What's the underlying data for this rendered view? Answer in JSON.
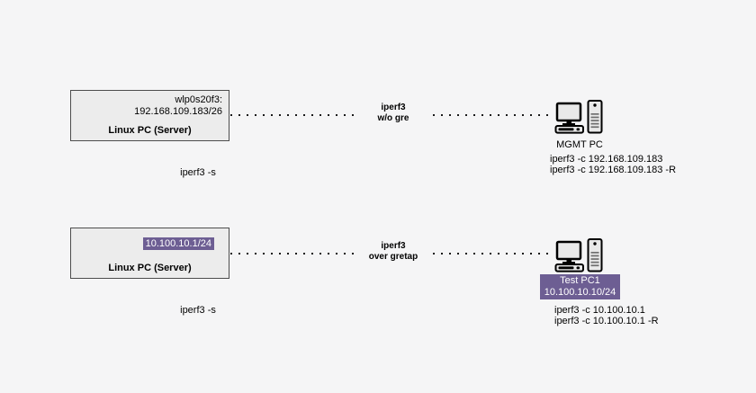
{
  "colors": {
    "background": "#f5f5f6",
    "box_fill": "#ececec",
    "box_border": "#4d4d4d",
    "highlight_purple": "#6d5e93",
    "highlight_text": "#ffffff",
    "line": "#1a1a1a"
  },
  "icons": {
    "client_pc": "desktop-computer-icon"
  },
  "top_flow": {
    "server_box": {
      "interface_line1": "wlp0s20f3:",
      "interface_line2": "192.168.109.183/26",
      "title": "Linux PC (Server)"
    },
    "server_command": "iperf3 -s",
    "link_label_line1": "iperf3",
    "link_label_line2": "w/o gre",
    "client": {
      "name": "MGMT PC",
      "command1": "iperf3 -c 192.168.109.183",
      "command2": "iperf3 -c 192.168.109.183 -R"
    }
  },
  "bottom_flow": {
    "server_box": {
      "interface_highlight": "10.100.10.1/24",
      "title": "Linux PC (Server)"
    },
    "server_command": "iperf3 -s",
    "link_label_line1": "iperf3",
    "link_label_line2": "over gretap",
    "client": {
      "name": "Test PC1",
      "address": "10.100.10.10/24",
      "command1": "iperf3 -c 10.100.10.1",
      "command2": "iperf3 -c 10.100.10.1 -R"
    }
  }
}
